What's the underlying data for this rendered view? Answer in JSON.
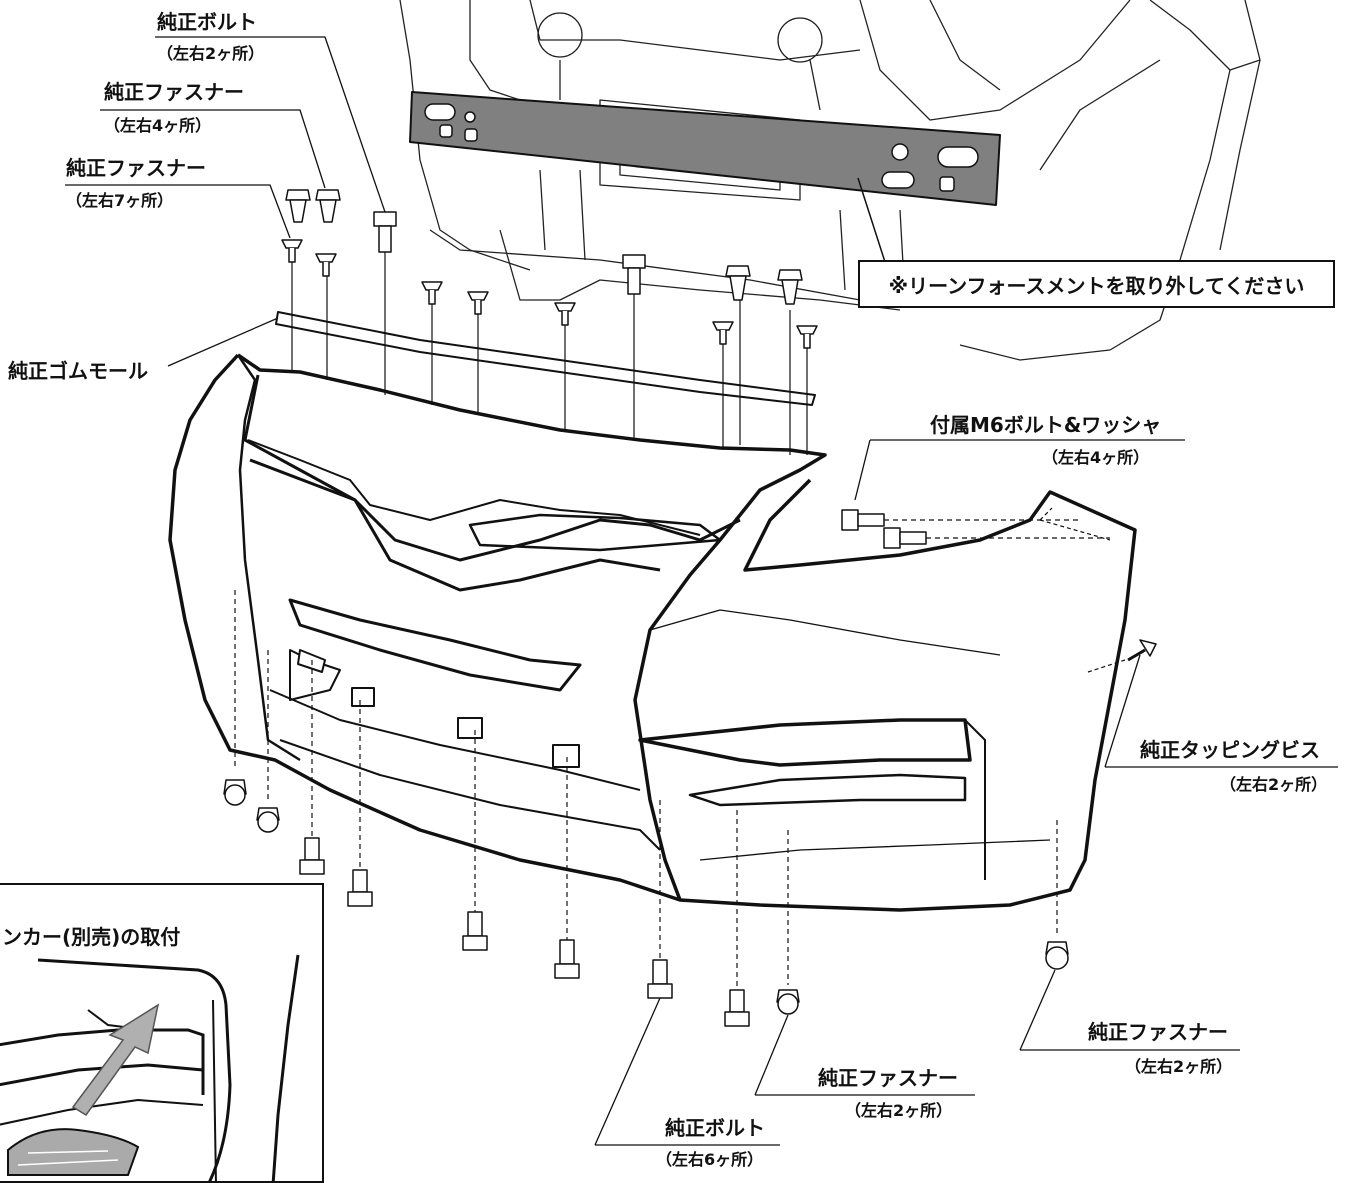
{
  "labels": {
    "bolt_top": "純正ボルト",
    "bolt_top_qty": "（左右2ヶ所）",
    "fastener_a": "純正ファスナー",
    "fastener_a_qty": "（左右4ヶ所）",
    "fastener_b": "純正ファスナー",
    "fastener_b_qty": "（左右7ヶ所）",
    "rubber_mold": "純正ゴムモール",
    "m6_bolt": "付属M6ボルト&ワッシャ",
    "m6_bolt_qty": "（左右4ヶ所）",
    "tapping_screw": "純正タッピングビス",
    "tapping_screw_qty": "（左右2ヶ所）",
    "fastener_c": "純正ファスナー",
    "fastener_c_qty": "（左右2ヶ所）",
    "fastener_d": "純正ファスナー",
    "fastener_d_qty": "（左右2ヶ所）",
    "bolt_bottom": "純正ボルト",
    "bolt_bottom_qty": "（左右6ヶ所）"
  },
  "note": "※リーンフォースメントを取り外してください",
  "inset": {
    "title": "ンカー(別売)の取付"
  }
}
